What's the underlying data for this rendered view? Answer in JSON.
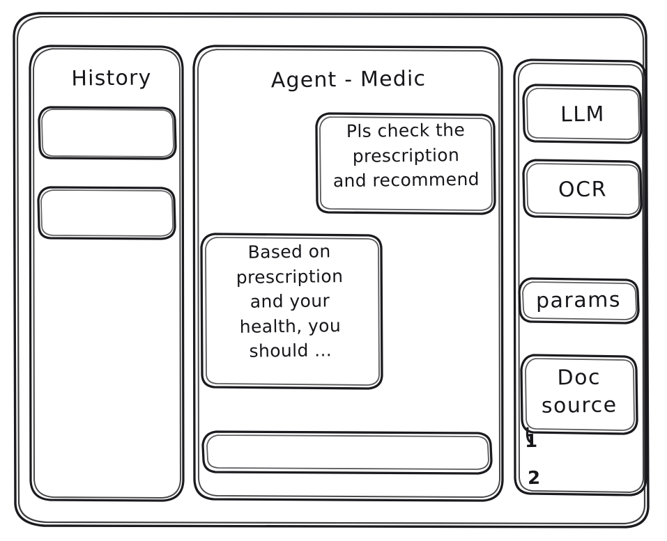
{
  "window": {
    "style": "hand-drawn wireframe"
  },
  "sidebar_left": {
    "title": "History",
    "items": [
      {
        "label": ""
      },
      {
        "label": ""
      }
    ]
  },
  "main": {
    "title": "Agent - Medic",
    "messages": [
      {
        "role": "user",
        "text": "Pls check the\nprescription\nand recommend"
      },
      {
        "role": "agent",
        "text": "Based on\nprescription\nand your\nhealth, you\nshould ..."
      }
    ],
    "composer": {
      "value": "",
      "placeholder": ""
    }
  },
  "sidebar_right": {
    "tools": [
      {
        "label": "LLM"
      },
      {
        "label": "OCR"
      },
      {
        "label": "params"
      },
      {
        "label": "Doc\nsource"
      }
    ],
    "sources": [
      {
        "label": "1"
      },
      {
        "label": "2"
      }
    ]
  },
  "colors": {
    "stroke": "#1b1b1f",
    "background": "#ffffff"
  }
}
